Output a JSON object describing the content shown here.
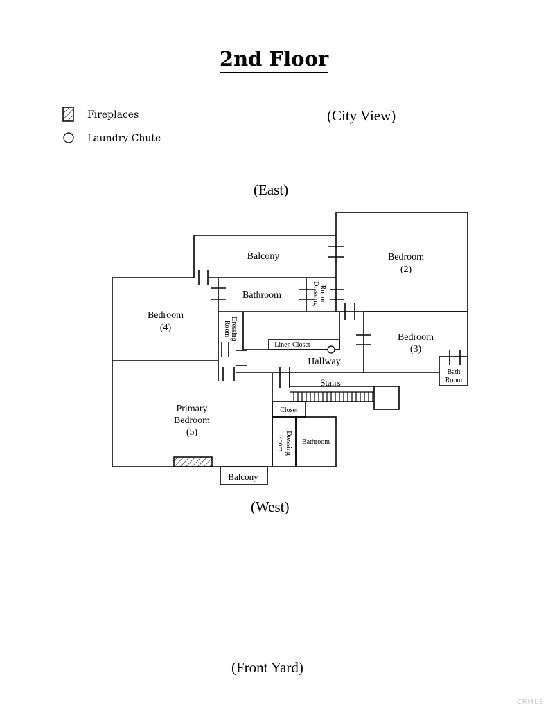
{
  "title": "2nd Floor",
  "legend": {
    "fireplaces": "Fireplaces",
    "laundry_chute": "Laundry Chute"
  },
  "directions": {
    "city_view": "(City View)",
    "east": "(East)",
    "west": "(West)",
    "front_yard": "(Front Yard)"
  },
  "rooms": {
    "balcony_top": "Balcony",
    "bedroom2_name": "Bedroom",
    "bedroom2_num": "(2)",
    "bathroom_top": "Bathroom",
    "dressing_top_1": "Dressing",
    "dressing_top_2": "Room",
    "bedroom4_name": "Bedroom",
    "bedroom4_num": "(4)",
    "dressing_left_1": "Dressing",
    "dressing_left_2": "Room",
    "linen_closet": "Linen Closet",
    "bedroom3_name": "Bedroom",
    "bedroom3_num": "(3)",
    "hallway": "Hallway",
    "bath_room_1": "Bath",
    "bath_room_2": "Room",
    "stairs": "Stairs",
    "primary_1": "Primary",
    "primary_2": "Bedroom",
    "primary_3": "(5)",
    "closet": "Closet",
    "dressing_bottom_1": "Dressing",
    "dressing_bottom_2": "Room",
    "bathroom_bottom": "Bathroom",
    "balcony_bottom": "Balcony"
  },
  "watermark": "CRMLS"
}
